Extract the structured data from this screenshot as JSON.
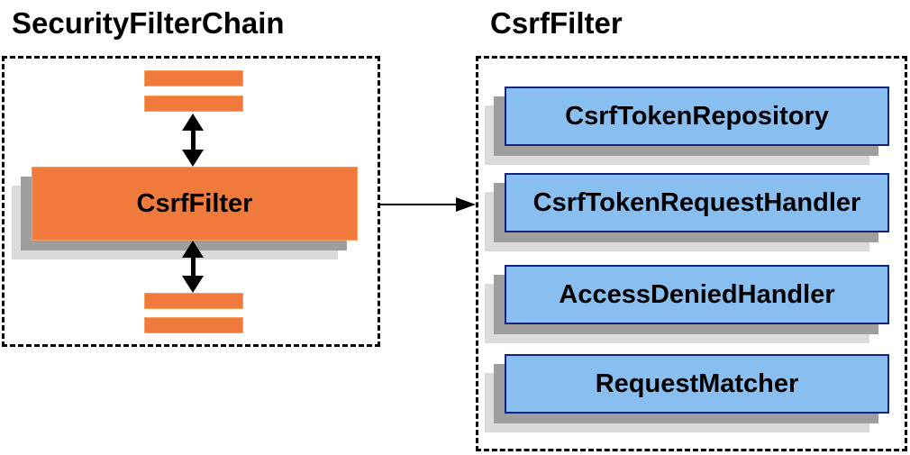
{
  "left_panel": {
    "title": "SecurityFilterChain",
    "filter_box_label": "CsrfFilter"
  },
  "right_panel": {
    "title": "CsrfFilter",
    "components": [
      "CsrfTokenRepository",
      "CsrfTokenRequestHandler",
      "AccessDeniedHandler",
      "RequestMatcher"
    ]
  },
  "colors": {
    "orange": "#F0793C",
    "orange_border": "#F89D5E",
    "blue": "#89BEF0",
    "blue_border": "#14237C",
    "shadow_dark": "#9E9E9E",
    "shadow_light": "#DBDBDB",
    "text": "#000000",
    "background": "#FFFFFF"
  }
}
